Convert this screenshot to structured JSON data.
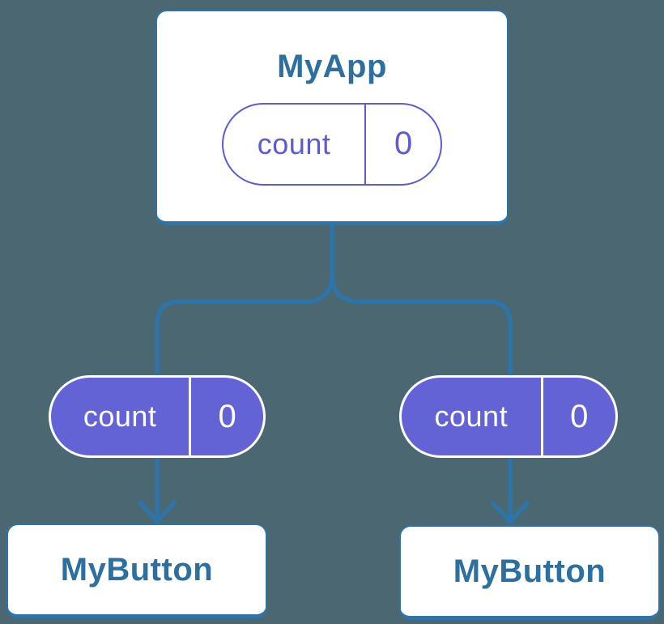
{
  "colors": {
    "bg": "#4B6772",
    "line": "#2E74A8",
    "label": "#2D6F9F",
    "indigo": "#5C5BD1",
    "indigoFill": "#6463D6",
    "cardBg": "#FFFFFF",
    "pillTextLight": "#FFFFFF"
  },
  "parent": {
    "title": "MyApp",
    "state": {
      "name": "count",
      "value": "0"
    }
  },
  "children": [
    {
      "title": "MyButton",
      "prop": {
        "name": "count",
        "value": "0"
      }
    },
    {
      "title": "MyButton",
      "prop": {
        "name": "count",
        "value": "0"
      }
    }
  ]
}
